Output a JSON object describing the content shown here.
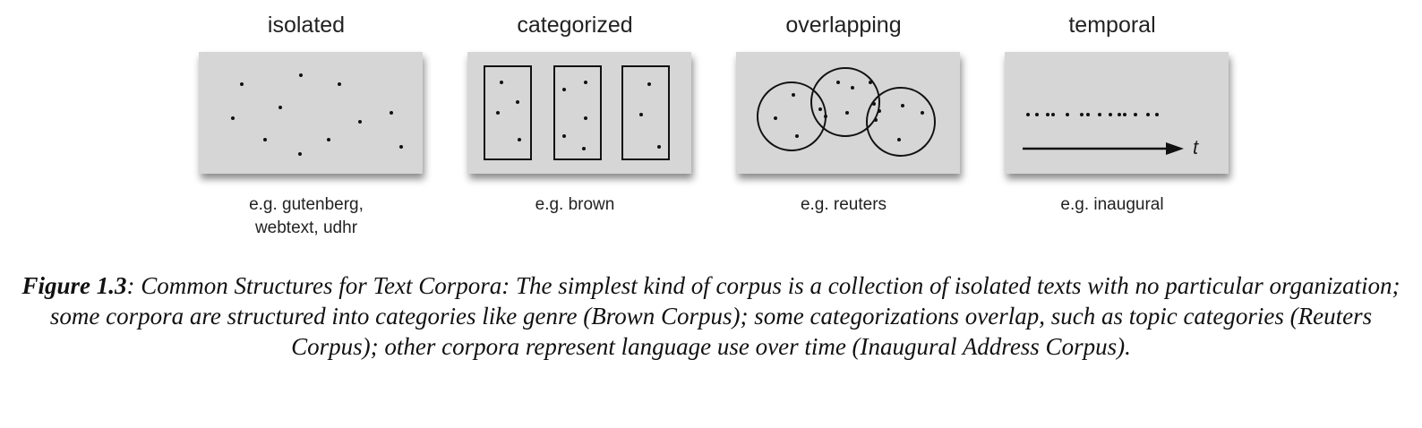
{
  "panels": [
    {
      "title": "isolated",
      "example_line1": "e.g. gutenberg,",
      "example_line2": "webtext, udhr"
    },
    {
      "title": "categorized",
      "example_line1": "e.g. brown",
      "example_line2": ""
    },
    {
      "title": "overlapping",
      "example_line1": "e.g. reuters",
      "example_line2": ""
    },
    {
      "title": "temporal",
      "example_line1": "e.g. inaugural",
      "example_line2": ""
    }
  ],
  "time_axis_label": "t",
  "caption": {
    "label": "Figure 1.3",
    "text": ": Common Structures for Text Corpora: The simplest kind of corpus is a collection of isolated texts with no particular organization; some corpora are structured into categories like genre (Brown Corpus); some categorizations overlap, such as topic categories (Reuters Corpus); other corpora represent language use over time (Inaugural Address Corpus)."
  },
  "colors": {
    "panel_background": "#d6d6d6",
    "ink": "#111111"
  }
}
